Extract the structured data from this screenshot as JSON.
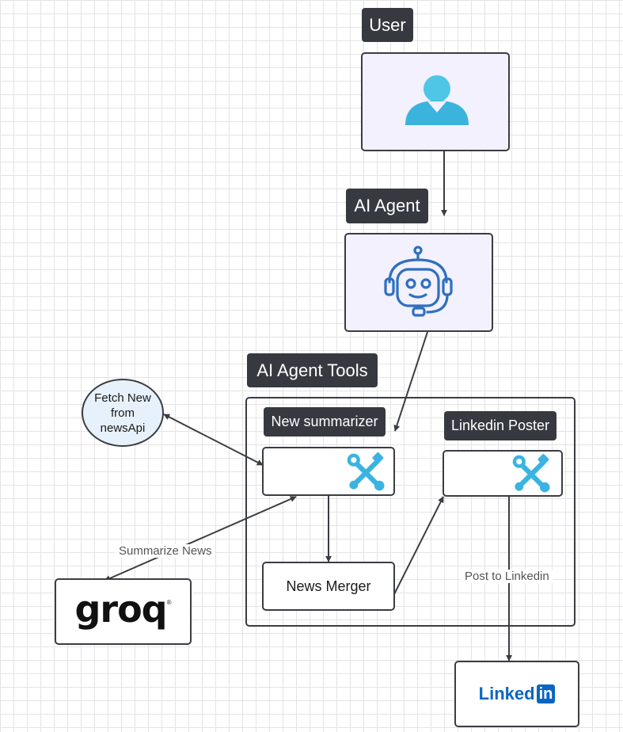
{
  "nodes": {
    "user": {
      "title": "User"
    },
    "ai_agent": {
      "title": "AI Agent"
    },
    "tools_group": {
      "title": "AI Agent Tools"
    },
    "summarizer": {
      "title": "New summarizer"
    },
    "linkedin_poster": {
      "title": "Linkedin Poster"
    },
    "news_merger": {
      "label": "News Merger"
    },
    "fetch_news": {
      "line1": "Fetch New",
      "line2": "from",
      "line3": "newsApi"
    },
    "groq": {
      "logo_text": "groq"
    },
    "linkedin": {
      "logo_text": "Linked",
      "logo_badge": "in"
    }
  },
  "edges": {
    "summarize_news": "Summarize News",
    "post_to_linkedin": "Post to Linkedin"
  },
  "colors": {
    "label_bg": "#363a40",
    "box_fill": "#f2f1fd",
    "person_icon": "#4fc6e6",
    "robot_icon": "#2f6fc0",
    "tool_icon": "#3ab3e2",
    "fetch_fill": "#e7f1fb",
    "linkedin_blue": "#0a66c2"
  }
}
